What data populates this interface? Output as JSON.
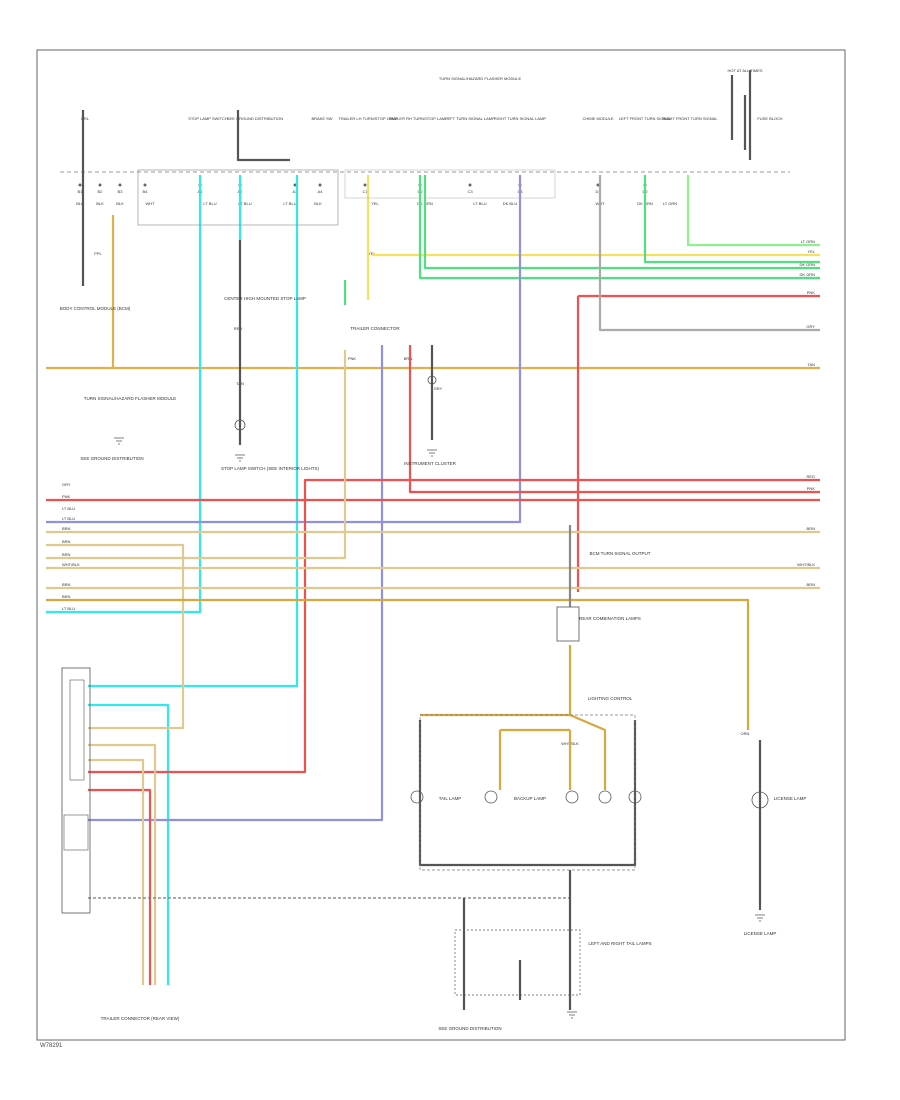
{
  "frame_title": "TURN SIGNAL/HAZARD FLASHER MODULE",
  "top_right_note": "HOT AT ALL TIMES",
  "top_labels": [
    "DRL",
    "STOP LAMP SWITCH",
    "SEE GROUND DISTRIBUTION",
    "BRAKE SW",
    "TRAILER LH TURN/STOP LAMP",
    "TRAILER RH TURN/STOP LAMP",
    "LEFT TURN SIGNAL LAMP",
    "RIGHT TURN SIGNAL LAMP",
    "CHIME MODULE",
    "LEFT FRONT TURN SIGNAL",
    "RIGHT FRONT TURN SIGNAL",
    "FUSE BLOCK"
  ],
  "top_connector_pins": [
    "B1",
    "B2",
    "B3",
    "B4",
    "A1",
    "A2",
    "A3",
    "A4",
    "C1",
    "C2",
    "C3",
    "C4",
    "D1",
    "D2"
  ],
  "wire_codes": [
    "BLK",
    "BLK",
    "BLK",
    "WHT",
    "LT BLU",
    "LT BLU",
    "LT BLU",
    "BLK",
    "YEL",
    "DK GRN",
    "LT BLU",
    "DK BLU",
    "WHT",
    "DK GRN",
    "LT GRN",
    "PPL",
    "YEL",
    "RED",
    "TAN",
    "PNK",
    "BRN",
    "GRY",
    "WHT/BLK",
    "ORN"
  ],
  "right_edge_codes": [
    "LT GRN",
    "YEL",
    "DK GRN",
    "DK GRN",
    "PNK",
    "GRY",
    "TAN",
    "RED",
    "PNK",
    "BRN",
    "WHT/BLK",
    "BRN"
  ],
  "left_edge_codes": [
    "GRY",
    "PNK",
    "LT BLU",
    "LT BLU",
    "BRN",
    "BRN",
    "BRN",
    "WHT/BLK",
    "BRN",
    "BRN",
    "LT BLU"
  ],
  "left_components": [
    "BODY CONTROL MODULE (BCM)",
    "TURN SIGNAL/HAZARD FLASHER MODULE",
    "SEE GROUND DISTRIBUTION"
  ],
  "center_components": [
    "CENTER HIGH MOUNTED STOP LAMP",
    "STOP LAMP SWITCH (SEE INTERIOR LIGHTS)",
    "TRAILER CONNECTOR",
    "INSTRUMENT CLUSTER"
  ],
  "mid_components": [
    "BCM TURN SIGNAL OUTPUT",
    "REAR COMBINATION LAMPS",
    "LIGHTING CONTROL",
    "TAIL LAMP",
    "BACKUP LAMP",
    "LICENSE LAMP"
  ],
  "bottom_labels": [
    "TRAILER CONNECTOR (REAR VIEW)",
    "SEE GROUND DISTRIBUTION",
    "LEFT AND RIGHT TAIL LAMPS",
    "LICENSE LAMP"
  ],
  "footer_id": "W78291"
}
